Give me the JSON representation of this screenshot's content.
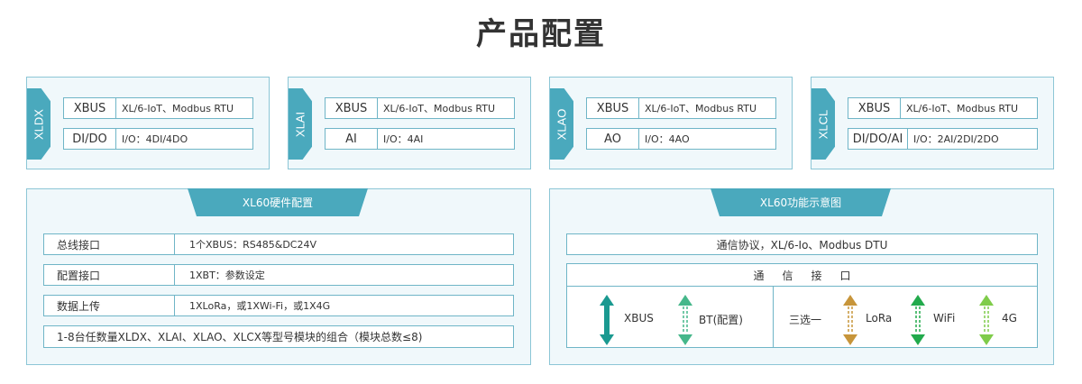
{
  "title": "产品配置",
  "modules": [
    {
      "tag": "XLDX",
      "rows": [
        {
          "key": "XBUS",
          "value": "XL/6-IoT、Modbus RTU"
        },
        {
          "key": "DI/DO",
          "value": "I/O：4DI/4DO"
        }
      ]
    },
    {
      "tag": "XLAI",
      "rows": [
        {
          "key": "XBUS",
          "value": "XL/6-IoT、Modbus RTU"
        },
        {
          "key": "AI",
          "value": "I/O：4AI"
        }
      ]
    },
    {
      "tag": "XLAO",
      "rows": [
        {
          "key": "XBUS",
          "value": "XL/6-IoT、Modbus RTU"
        },
        {
          "key": "AO",
          "value": "I/O：4AO"
        }
      ]
    },
    {
      "tag": "XLCL",
      "rows": [
        {
          "key": "XBUS",
          "value": "XL/6-IoT、Modbus RTU"
        },
        {
          "key": "DI/DO/AI",
          "value": "I/O：2AI/2DI/2DO"
        }
      ]
    }
  ],
  "hardware": {
    "title": "XL60硬件配置",
    "rows": [
      {
        "key": "总线接口",
        "value": "1个XBUS：RS485&DC24V"
      },
      {
        "key": "配置接口",
        "value": "1XBT：参数设定"
      },
      {
        "key": "数据上传",
        "value": "1XLoRa，或1XWi-Fi，或1X4G"
      }
    ],
    "footer": "1-8台任数量XLDX、XLAI、XLAO、XLCX等型号模块的组合（模块总数≤8)"
  },
  "diagram": {
    "title": "XL60功能示意图",
    "protocol": "通信协议，XL/6-Io、Modbus DTU",
    "comm_header": "通信接口",
    "left": [
      {
        "label": "XBUS",
        "icon": "solid-double-arrow",
        "color": "#1a9990"
      },
      {
        "label": "BT(配置)",
        "icon": "dashed-double-arrow",
        "color": "#45b78a"
      }
    ],
    "choice_label": "三选一",
    "right": [
      {
        "label": "LoRa",
        "icon": "dashed-double-arrow",
        "color": "#c7953a"
      },
      {
        "label": "WiFi",
        "icon": "dashed-double-arrow",
        "color": "#22aa4c"
      },
      {
        "label": "4G",
        "icon": "dashed-double-arrow",
        "color": "#7fcc4a"
      }
    ]
  },
  "colors": {
    "accent": "#4aa9bd",
    "border": "#8cc6d6",
    "panel_bg": "#f0f8fb"
  }
}
